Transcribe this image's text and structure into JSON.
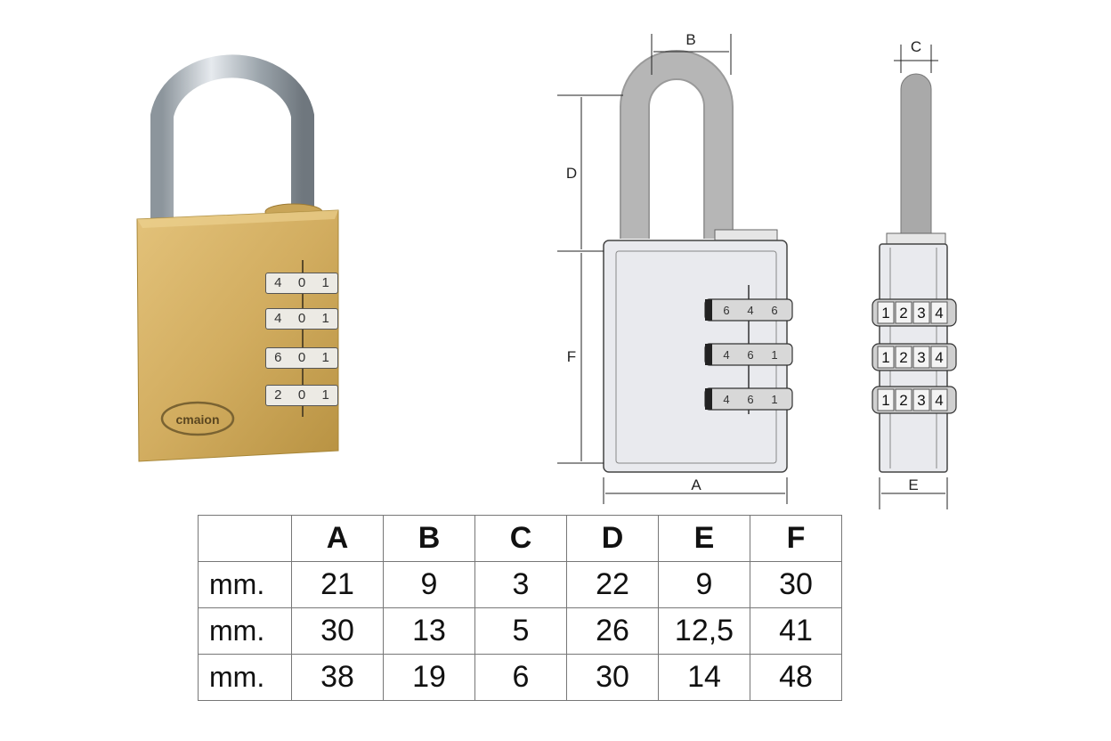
{
  "photo": {
    "brand": "cmaion",
    "dials": [
      [
        "4",
        "0",
        "1"
      ],
      [
        "4",
        "0",
        "1"
      ],
      [
        "6",
        "0",
        "1"
      ],
      [
        "2",
        "0",
        "1"
      ]
    ]
  },
  "front_view": {
    "dim_labels": {
      "B": "B",
      "D": "D",
      "F": "F",
      "A": "A"
    },
    "dials": [
      [
        "6",
        "4",
        "6"
      ],
      [
        "4",
        "6",
        "1"
      ],
      [
        "4",
        "6",
        "1"
      ]
    ]
  },
  "side_view": {
    "dim_labels": {
      "C": "C",
      "E": "E"
    },
    "dials": [
      [
        "1",
        "2",
        "3",
        "4"
      ],
      [
        "1",
        "2",
        "3",
        "4"
      ],
      [
        "1",
        "2",
        "3",
        "4"
      ]
    ]
  },
  "table": {
    "headers": [
      "",
      "A",
      "B",
      "C",
      "D",
      "E",
      "F"
    ],
    "rows": [
      {
        "unit": "mm.",
        "values": [
          "21",
          "9",
          "3",
          "22",
          "9",
          "30"
        ]
      },
      {
        "unit": "mm.",
        "values": [
          "30",
          "13",
          "5",
          "26",
          "12,5",
          "41"
        ]
      },
      {
        "unit": "mm.",
        "values": [
          "38",
          "19",
          "6",
          "30",
          "14",
          "48"
        ]
      }
    ]
  }
}
